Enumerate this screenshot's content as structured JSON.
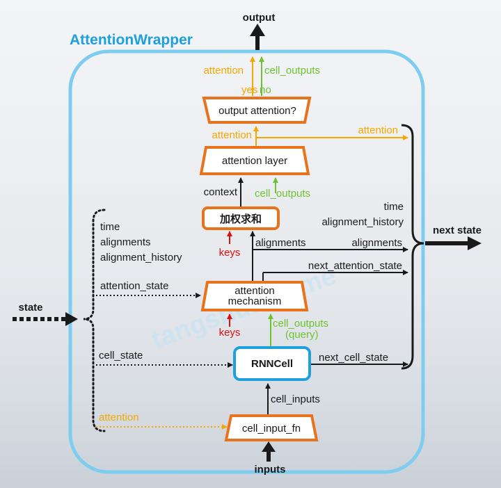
{
  "wrapper_title": "AttentionWrapper",
  "watermark": "tangshusen.me",
  "labels": {
    "output": "output",
    "inputs": "inputs",
    "state": "state",
    "next_state": "next state",
    "attention_top": "attention",
    "cell_outputs_top": "cell_outputs",
    "yes": "yes",
    "no": "no",
    "attention_mid_left": "attention",
    "attention_mid_right": "attention",
    "context": "context",
    "cell_outputs_mid": "cell_outputs",
    "time_right": "time",
    "alignment_history_right": "alignment_history",
    "alignments_from_sum": "alignments",
    "alignments_right": "alignments",
    "next_attention_state": "next_attention_state",
    "keys_upper": "keys",
    "keys_lower": "keys",
    "cell_outputs_query_1": "cell_outputs",
    "cell_outputs_query_2": "(query)",
    "next_cell_state": "next_cell_state",
    "cell_inputs": "cell_inputs",
    "time_left": "time",
    "alignments_left": "alignments",
    "alignment_history_left": "alignment_history",
    "attention_state": "attention_state",
    "cell_state": "cell_state",
    "attention_bottom": "attention"
  },
  "boxes": {
    "output_attention": "output attention?",
    "attention_layer": "attention layer",
    "weighted_sum": "加权求和",
    "attention_mechanism_1": "attention",
    "attention_mechanism_2": "mechanism",
    "rnn_cell": "RNNCell",
    "cell_input_fn": "cell_input_fn"
  },
  "colors": {
    "wrapper_border": "#7fcdee",
    "box_orange": "#e8731c",
    "box_blue": "#1ea0dd",
    "attention_orange": "#f5a800",
    "cell_green": "#6cc32e",
    "keys_red": "#e01010",
    "arrow_black": "#1a1a1a"
  }
}
